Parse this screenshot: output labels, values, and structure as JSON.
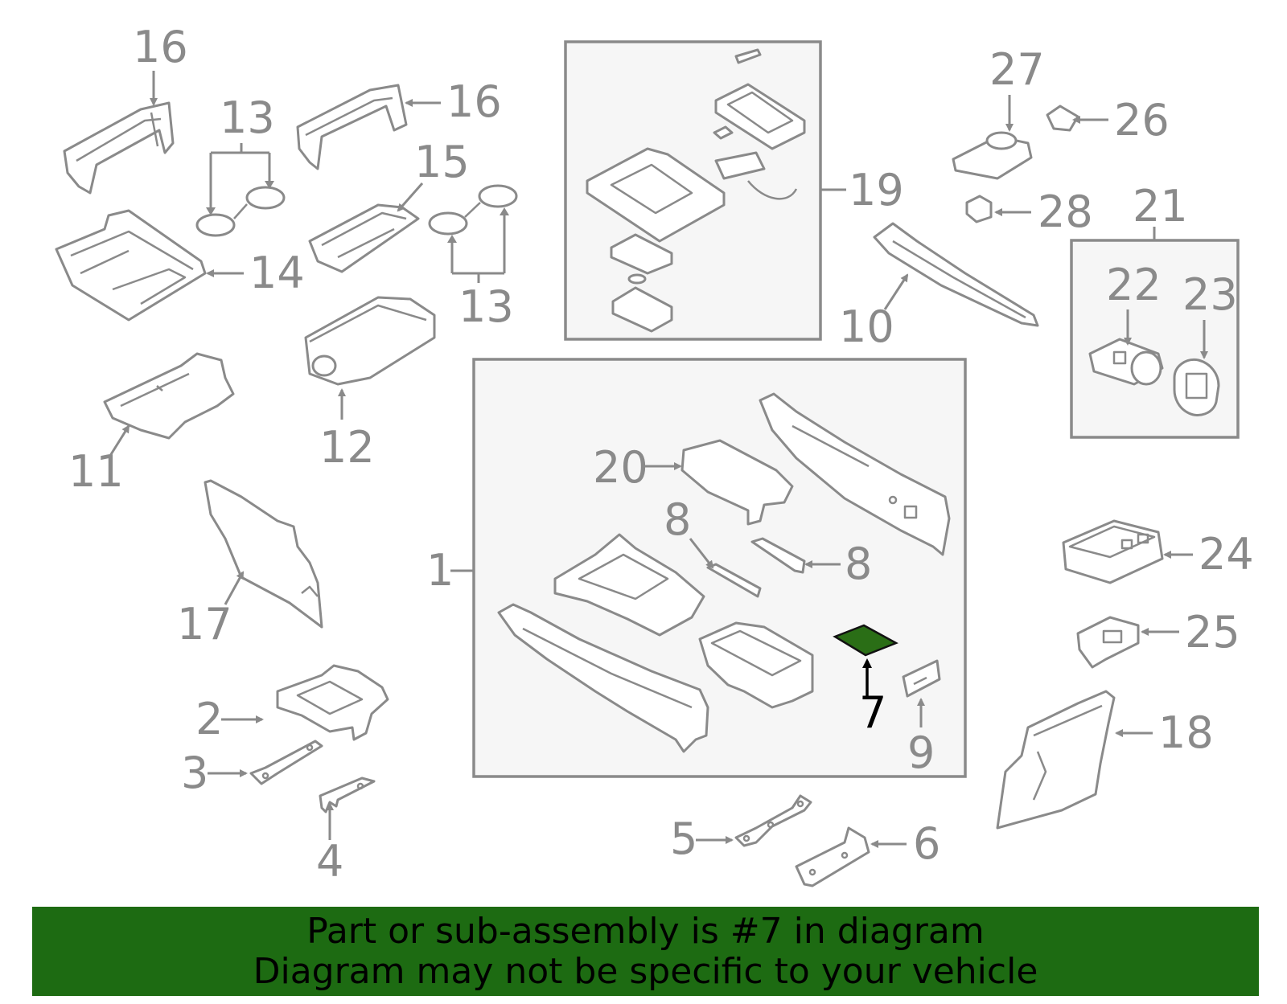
{
  "colors": {
    "highlight_part": "#2a6e16",
    "banner_background": "#1d6b12",
    "diagram_lines": "#8a8a8a",
    "group_box_fill": "#f6f6f6"
  },
  "callouts": {
    "c1": "1",
    "c2": "2",
    "c3": "3",
    "c4": "4",
    "c5": "5",
    "c6": "6",
    "c7": "7",
    "c8a": "8",
    "c8b": "8",
    "c9": "9",
    "c10": "10",
    "c11": "11",
    "c12": "12",
    "c13a": "13",
    "c13b": "13",
    "c14": "14",
    "c15": "15",
    "c16a": "16",
    "c16b": "16",
    "c17": "17",
    "c18": "18",
    "c19": "19",
    "c20": "20",
    "c21": "21",
    "c22": "22",
    "c23": "23",
    "c24": "24",
    "c25": "25",
    "c26": "26",
    "c27": "27",
    "c28": "28"
  },
  "highlighted_callout": "7",
  "banner": {
    "line1": "Part or sub-assembly is #7 in diagram",
    "line2": "Diagram may not be specific to your vehicle"
  }
}
